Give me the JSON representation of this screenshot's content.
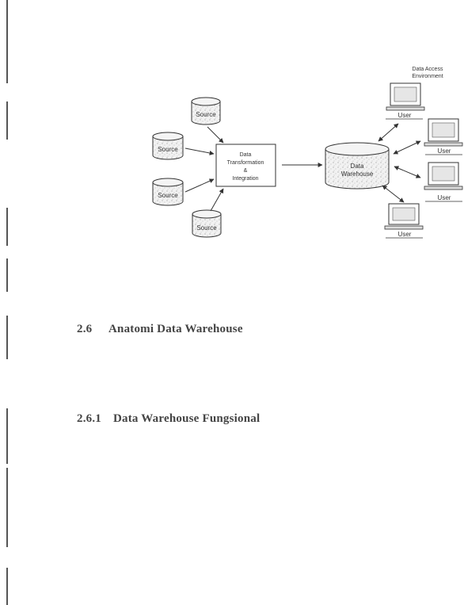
{
  "diagram": {
    "sources": [
      "Source",
      "Source",
      "Source",
      "Source"
    ],
    "process_lines": [
      "Data",
      "Transformation",
      "&",
      "Integration"
    ],
    "warehouse_lines": [
      "Data",
      "Warehouse"
    ],
    "access_lines": [
      "Data Access",
      "Environment"
    ],
    "users": [
      "User",
      "User",
      "User",
      "User"
    ]
  },
  "sections": [
    {
      "number": "2.6",
      "title": "Anatomi Data Warehouse"
    },
    {
      "number": "2.6.1",
      "title": "Data Warehouse Fungsional"
    }
  ]
}
